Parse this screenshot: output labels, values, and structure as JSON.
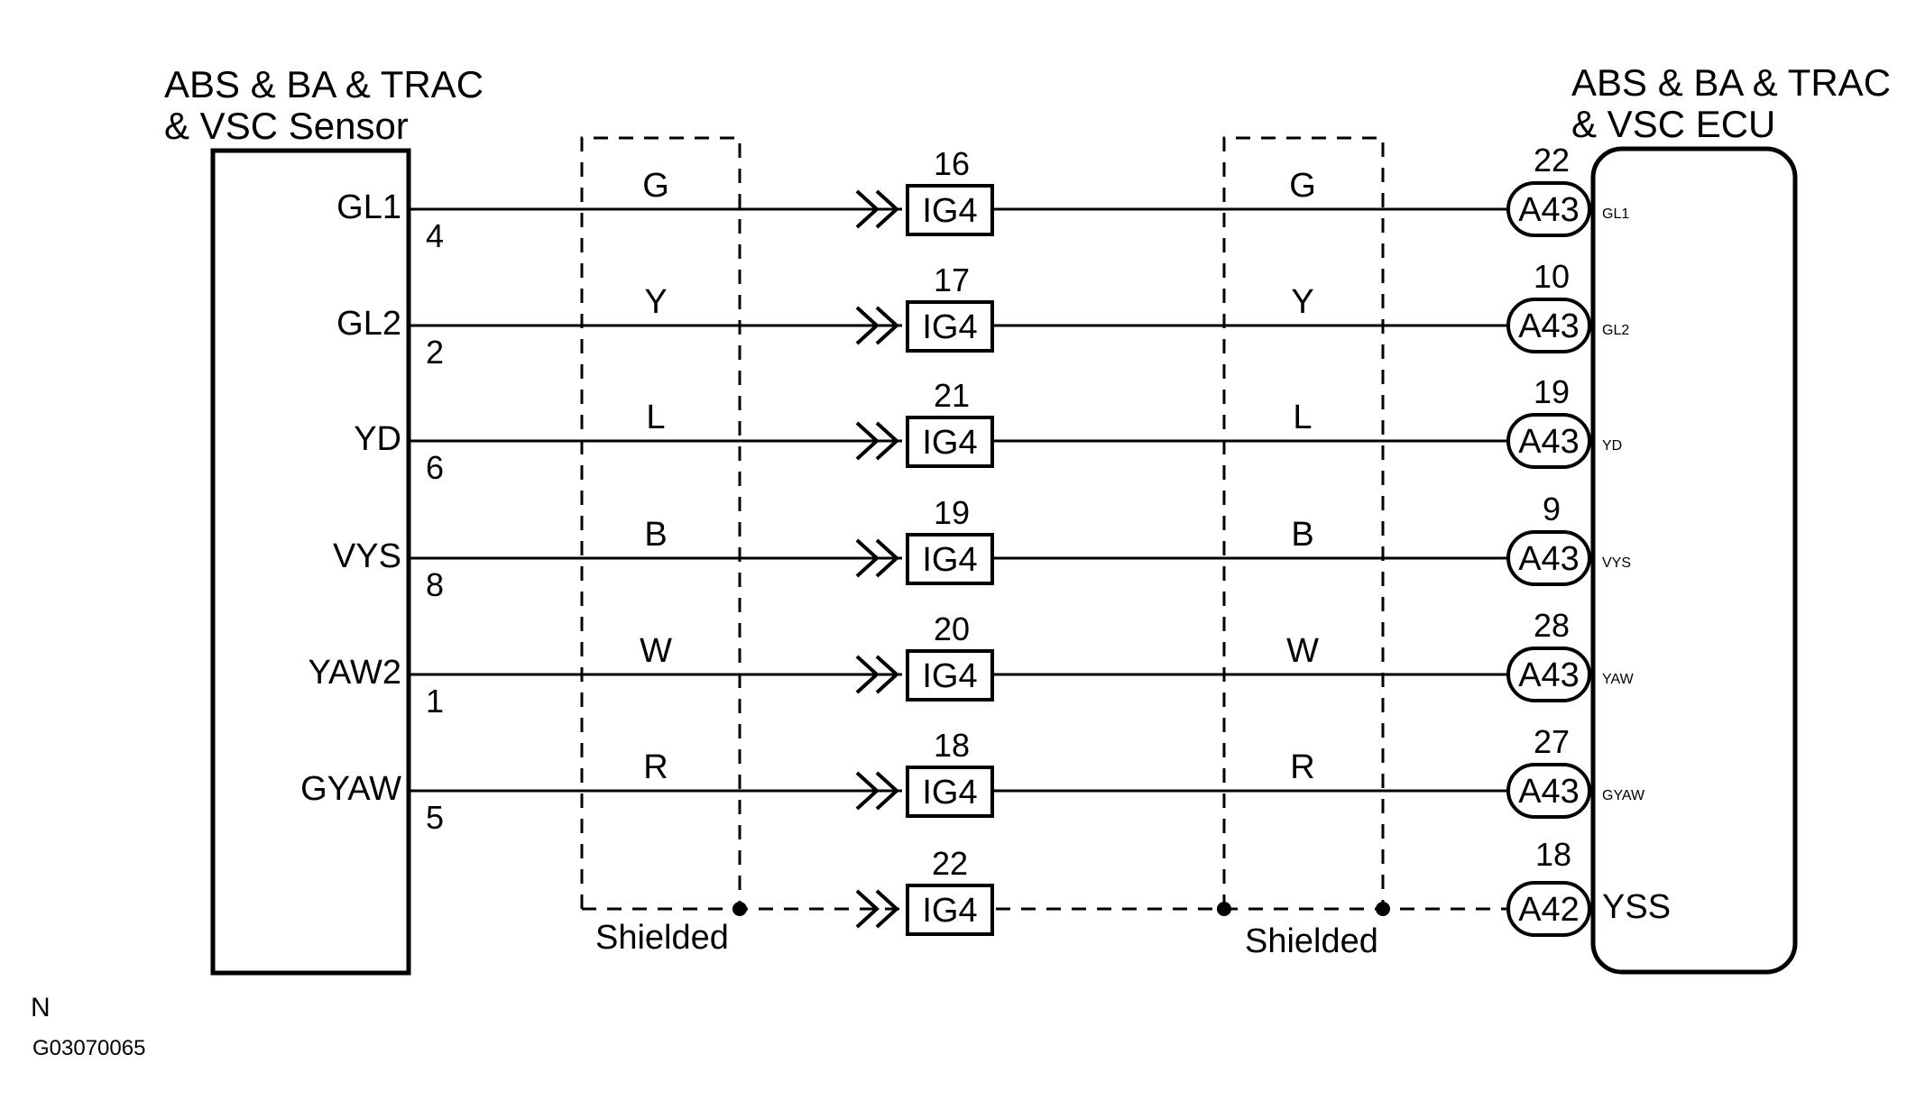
{
  "sensor": {
    "title_line1": "ABS & BA & TRAC",
    "title_line2": "& VSC Sensor"
  },
  "ecu": {
    "title_line1": "ABS & BA & TRAC",
    "title_line2": "& VSC ECU"
  },
  "wires": [
    {
      "sensor_pin": "GL1",
      "sensor_no": "4",
      "color_left": "G",
      "jc_no": "16",
      "jc": "IG4",
      "color_right": "G",
      "ecu_no": "22",
      "ecu_conn": "A43",
      "ecu_pin": "GL1"
    },
    {
      "sensor_pin": "GL2",
      "sensor_no": "2",
      "color_left": "Y",
      "jc_no": "17",
      "jc": "IG4",
      "color_right": "Y",
      "ecu_no": "10",
      "ecu_conn": "A43",
      "ecu_pin": "GL2"
    },
    {
      "sensor_pin": "YD",
      "sensor_no": "6",
      "color_left": "L",
      "jc_no": "21",
      "jc": "IG4",
      "color_right": "L",
      "ecu_no": "19",
      "ecu_conn": "A43",
      "ecu_pin": "YD"
    },
    {
      "sensor_pin": "VYS",
      "sensor_no": "8",
      "color_left": "B",
      "jc_no": "19",
      "jc": "IG4",
      "color_right": "B",
      "ecu_no": "9",
      "ecu_conn": "A43",
      "ecu_pin": "VYS"
    },
    {
      "sensor_pin": "YAW2",
      "sensor_no": "1",
      "color_left": "W",
      "jc_no": "20",
      "jc": "IG4",
      "color_right": "W",
      "ecu_no": "28",
      "ecu_conn": "A43",
      "ecu_pin": "YAW"
    },
    {
      "sensor_pin": "GYAW",
      "sensor_no": "5",
      "color_left": "R",
      "jc_no": "18",
      "jc": "IG4",
      "color_right": "R",
      "ecu_no": "27",
      "ecu_conn": "A43",
      "ecu_pin": "GYAW"
    }
  ],
  "shield": {
    "jc_no": "22",
    "jc": "IG4",
    "ecu_no": "18",
    "ecu_conn": "A42",
    "ecu_pin": "YSS",
    "label_left": "Shielded",
    "label_right": "Shielded"
  },
  "footer": {
    "code": "N",
    "figure_id": "G03070065"
  }
}
